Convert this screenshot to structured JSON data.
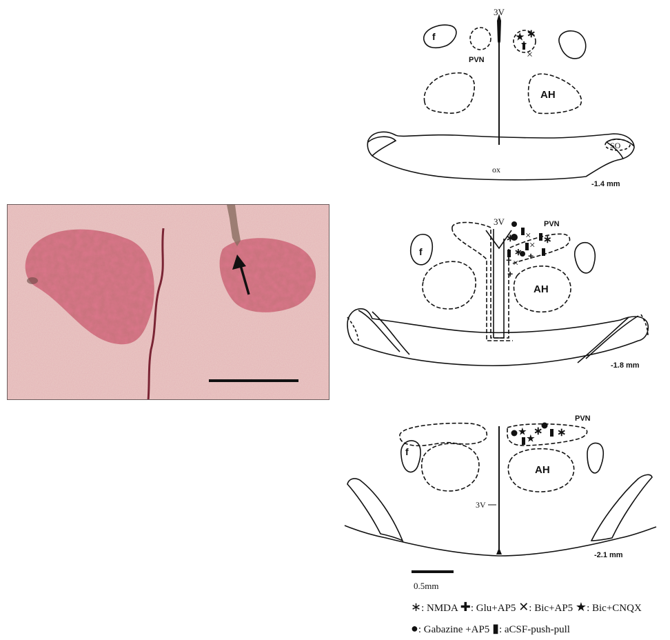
{
  "sections": [
    {
      "depth": "-1.4 mm",
      "labels": {
        "ventricle": "3V",
        "fornix": "f",
        "pvn": "PVN",
        "ah": "AH",
        "so": "SO",
        "ox": "ox"
      }
    },
    {
      "depth": "-1.8 mm",
      "labels": {
        "ventricle": "3V",
        "fornix": "f",
        "pvn": "PVN",
        "ah": "AH"
      }
    },
    {
      "depth": "-2.1 mm",
      "labels": {
        "ventricle": "3V",
        "fornix": "f",
        "pvn": "PVN",
        "ah": "AH"
      }
    }
  ],
  "scale_bar": {
    "label": "0.5mm"
  },
  "legend": [
    {
      "symbol": "∗",
      "text": "NMDA"
    },
    {
      "symbol": "✚",
      "text": "Glu+AP5"
    },
    {
      "symbol": "✕",
      "text": "Bic+AP5"
    },
    {
      "symbol": "★",
      "text": "Bic+CNQX"
    },
    {
      "symbol": "●",
      "text": "Gabazine +AP5"
    },
    {
      "symbol": "▮",
      "text": "aCSF-push-pull"
    }
  ],
  "colors": {
    "stain": "#b03a4a",
    "background": "#e7c7c2",
    "line": "#111111"
  }
}
